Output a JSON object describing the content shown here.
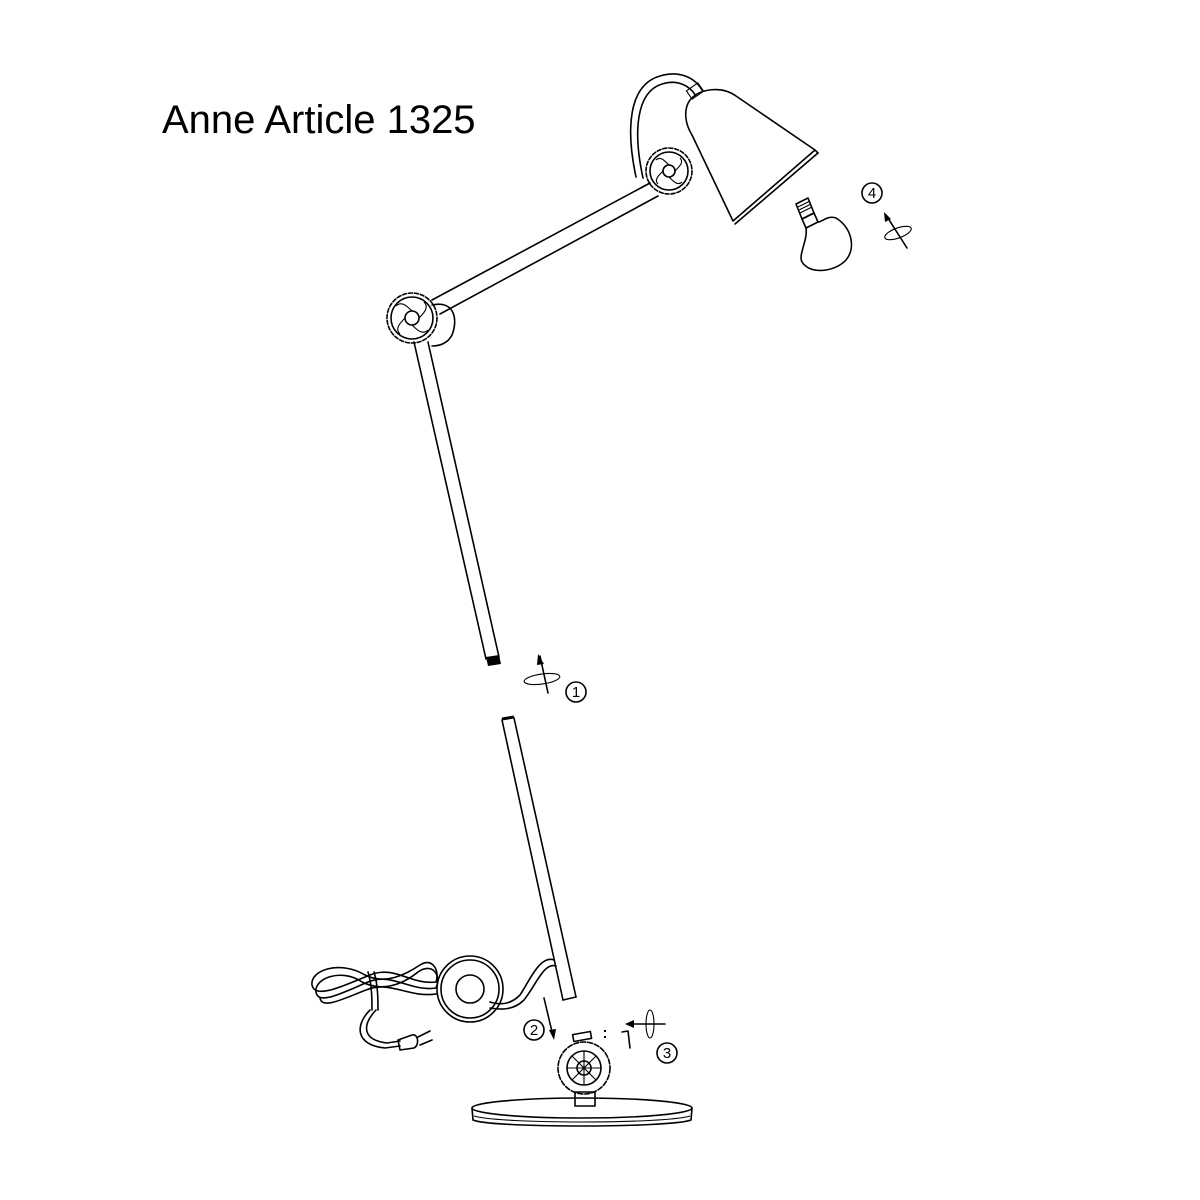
{
  "title": "Anne Article 1325",
  "diagram": {
    "type": "exploded assembly drawing",
    "subject": "adjustable desk lamp",
    "colors": {
      "line": "#000000",
      "background": "#ffffff"
    },
    "parts": [
      {
        "name": "lamp-shade",
        "icon": "cone-shade"
      },
      {
        "name": "light-bulb",
        "icon": "bulb-e27"
      },
      {
        "name": "upper-arm",
        "icon": "tube"
      },
      {
        "name": "joint-knob-upper",
        "icon": "knurled-knob"
      },
      {
        "name": "joint-knob-middle",
        "icon": "knurled-knob"
      },
      {
        "name": "lower-arm-top-section",
        "icon": "tube"
      },
      {
        "name": "lower-arm-bottom-section",
        "icon": "tube"
      },
      {
        "name": "power-cord-with-switch",
        "icon": "coiled-cable"
      },
      {
        "name": "euro-plug",
        "icon": "plug"
      },
      {
        "name": "base-joint-knob",
        "icon": "knurled-knob"
      },
      {
        "name": "base-plate",
        "icon": "disc-base"
      },
      {
        "name": "hex-key-and-screw",
        "icon": "allen-key"
      }
    ],
    "steps": [
      {
        "number": "1",
        "label": "①",
        "action": "screw arm sections together (rotate)"
      },
      {
        "number": "2",
        "label": "②",
        "action": "insert arm into base joint"
      },
      {
        "number": "3",
        "label": "③",
        "action": "fasten screw with hex key (rotate)"
      },
      {
        "number": "4",
        "label": "④",
        "action": "screw in bulb (rotate)"
      }
    ]
  }
}
